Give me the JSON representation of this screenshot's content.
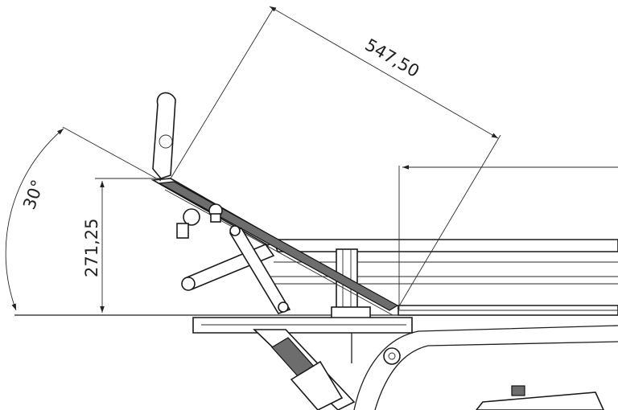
{
  "drawing": {
    "dimensions": {
      "length": "547,50",
      "height": "271,25",
      "angle": "30°"
    }
  }
}
